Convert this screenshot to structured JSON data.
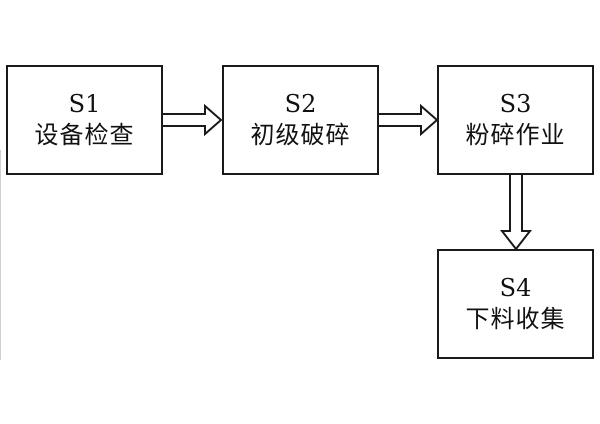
{
  "colors": {
    "line": "#1a1a1a",
    "background": "#ffffff",
    "text": "#111111"
  },
  "steps": [
    {
      "code": "S1",
      "label": "设备检查"
    },
    {
      "code": "S2",
      "label": "初级破碎"
    },
    {
      "code": "S3",
      "label": "粉碎作业"
    },
    {
      "code": "S4",
      "label": "下料收集"
    }
  ],
  "connectors": [
    {
      "from": "S1",
      "to": "S2",
      "style": "hollow-arrow"
    },
    {
      "from": "S2",
      "to": "S3",
      "style": "hollow-arrow"
    },
    {
      "from": "S3",
      "to": "S4",
      "style": "hollow-arrow"
    }
  ]
}
